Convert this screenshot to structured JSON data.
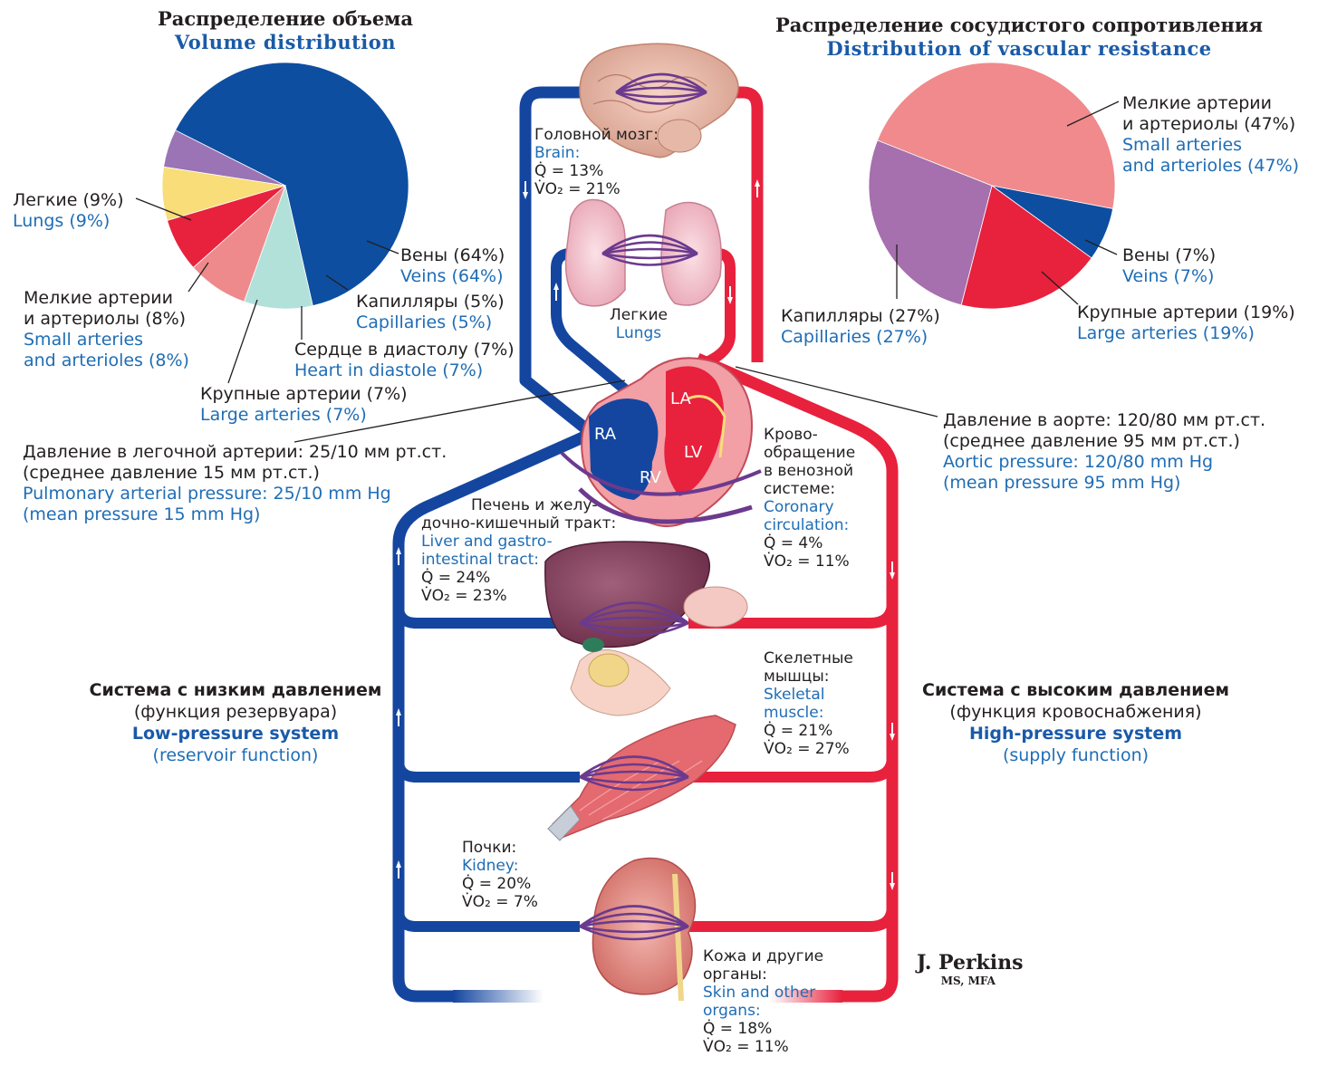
{
  "volume": {
    "title_ru": "Распределение объема",
    "title_en": "Volume distribution",
    "slices": [
      {
        "key": "veins",
        "pct": 64,
        "color": "#0d4ea0",
        "label_ru": "Вены (64%)",
        "label_en": "Veins  (64%)"
      },
      {
        "key": "capillaries",
        "pct": 5,
        "color": "#9a74b5",
        "label_ru": "Капилляры (5%)",
        "label_en": "Capillaries (5%)"
      },
      {
        "key": "heart",
        "pct": 7,
        "color": "#f8dd78",
        "label_ru": "Сердце в диастолу (7%)",
        "label_en": "Heart in diastole (7%)"
      },
      {
        "key": "large",
        "pct": 7,
        "color": "#e8213d",
        "label_ru": "Крупные артерии (7%)",
        "label_en": "Large arteries (7%)"
      },
      {
        "key": "small",
        "pct": 8,
        "color": "#ee8a8c",
        "label_ru": "Мелкие артерии",
        "label_ru2": "и артериолы (8%)",
        "label_en": "Small arteries",
        "label_en2": "and arterioles (8%)"
      },
      {
        "key": "lungs",
        "pct": 9,
        "color": "#b2e1da",
        "label_ru": "Легкие (9%)",
        "label_en": "Lungs (9%)"
      }
    ]
  },
  "resistance": {
    "title_ru": "Распределение сосудистого сопротивления",
    "title_en": "Distribution of vascular resistance",
    "slices": [
      {
        "key": "small",
        "pct": 47,
        "color": "#f08a8c",
        "label_ru": "Мелкие артерии",
        "label_ru2": "и артериолы (47%)",
        "label_en": "Small arteries",
        "label_en2": "and arterioles (47%)"
      },
      {
        "key": "veins",
        "pct": 7,
        "color": "#0d4ea0",
        "label_ru": "Вены (7%)",
        "label_en": "Veins (7%)"
      },
      {
        "key": "large",
        "pct": 19,
        "color": "#e8213d",
        "label_ru": "Крупные артерии (19%)",
        "label_en": "Large arteries (19%)"
      },
      {
        "key": "capillaries",
        "pct": 27,
        "color": "#a66fae",
        "label_ru": "Капилляры (27%)",
        "label_en": "Capillaries (27%)"
      }
    ]
  },
  "organs": {
    "brain": {
      "ru": "Головной мозг:",
      "en": "Brain:",
      "q": "Q̇ = 13%",
      "vo2": "V̇O₂ = 21%"
    },
    "lungs": {
      "ru": "Легкие",
      "en": "Lungs"
    },
    "coronary": {
      "ru1": "Крово-",
      "ru2": "обращение",
      "ru3": "в венозной",
      "ru4": "системе:",
      "en1": "Coronary",
      "en2": "circulation:",
      "q": "Q̇ = 4%",
      "vo2": "V̇O₂ = 11%"
    },
    "liver": {
      "ru1": "Печень и желу-",
      "ru2": "дочно-кишечный тракт:",
      "en1": "Liver and gastro-",
      "en2": "intestinal tract:",
      "q": "Q̇ = 24%",
      "vo2": "V̇O₂ = 23%"
    },
    "muscle": {
      "ru1": "Скелетные",
      "ru2": "мышцы:",
      "en1": "Skeletal",
      "en2": "muscle:",
      "q": "Q̇ = 21%",
      "vo2": "V̇O₂ = 27%"
    },
    "kidney": {
      "ru": "Почки:",
      "en": "Kidney:",
      "q": "Q̇ = 20%",
      "vo2": "V̇O₂ = 7%"
    },
    "skin": {
      "ru1": "Кожа и другие",
      "ru2": "органы:",
      "en1": "Skin and other",
      "en2": "organs:",
      "q": "Q̇ = 18%",
      "vo2": "V̇O₂ = 11%"
    }
  },
  "heart": {
    "la": "LA",
    "lv": "LV",
    "ra": "RA",
    "rv": "RV"
  },
  "pressure": {
    "pulm_ru1": "Давление в легочной артерии: 25/10 мм рт.ст.",
    "pulm_ru2": "(среднее давление 15 мм рт.ст.)",
    "pulm_en1": "Pulmonary arterial pressure: 25/10 mm Hg",
    "pulm_en2": "(mean pressure 15 mm Hg)",
    "aortic_ru1": "Давление в аорте: 120/80 мм рт.ст.",
    "aortic_ru2": "(среднее давление 95 мм рт.ст.)",
    "aortic_en1": "Aortic pressure: 120/80 mm Hg",
    "aortic_en2": "(mean pressure 95 mm Hg)"
  },
  "systems": {
    "low_ru": "Система с низким давлением",
    "low_ru2": "(функция резервуара)",
    "low_en": "Low-pressure system",
    "low_en2": "(reservoir function)",
    "high_ru": "Система с высоким давлением",
    "high_ru2": "(функция кровоснабжения)",
    "high_en": "High-pressure system",
    "high_en2": "(supply function)"
  },
  "signature": {
    "name": "J. Perkins",
    "degree": "MS, MFA"
  },
  "colors": {
    "venous": "#1446a0",
    "arterial": "#e8213d",
    "mixed": "#6b3a8e"
  }
}
